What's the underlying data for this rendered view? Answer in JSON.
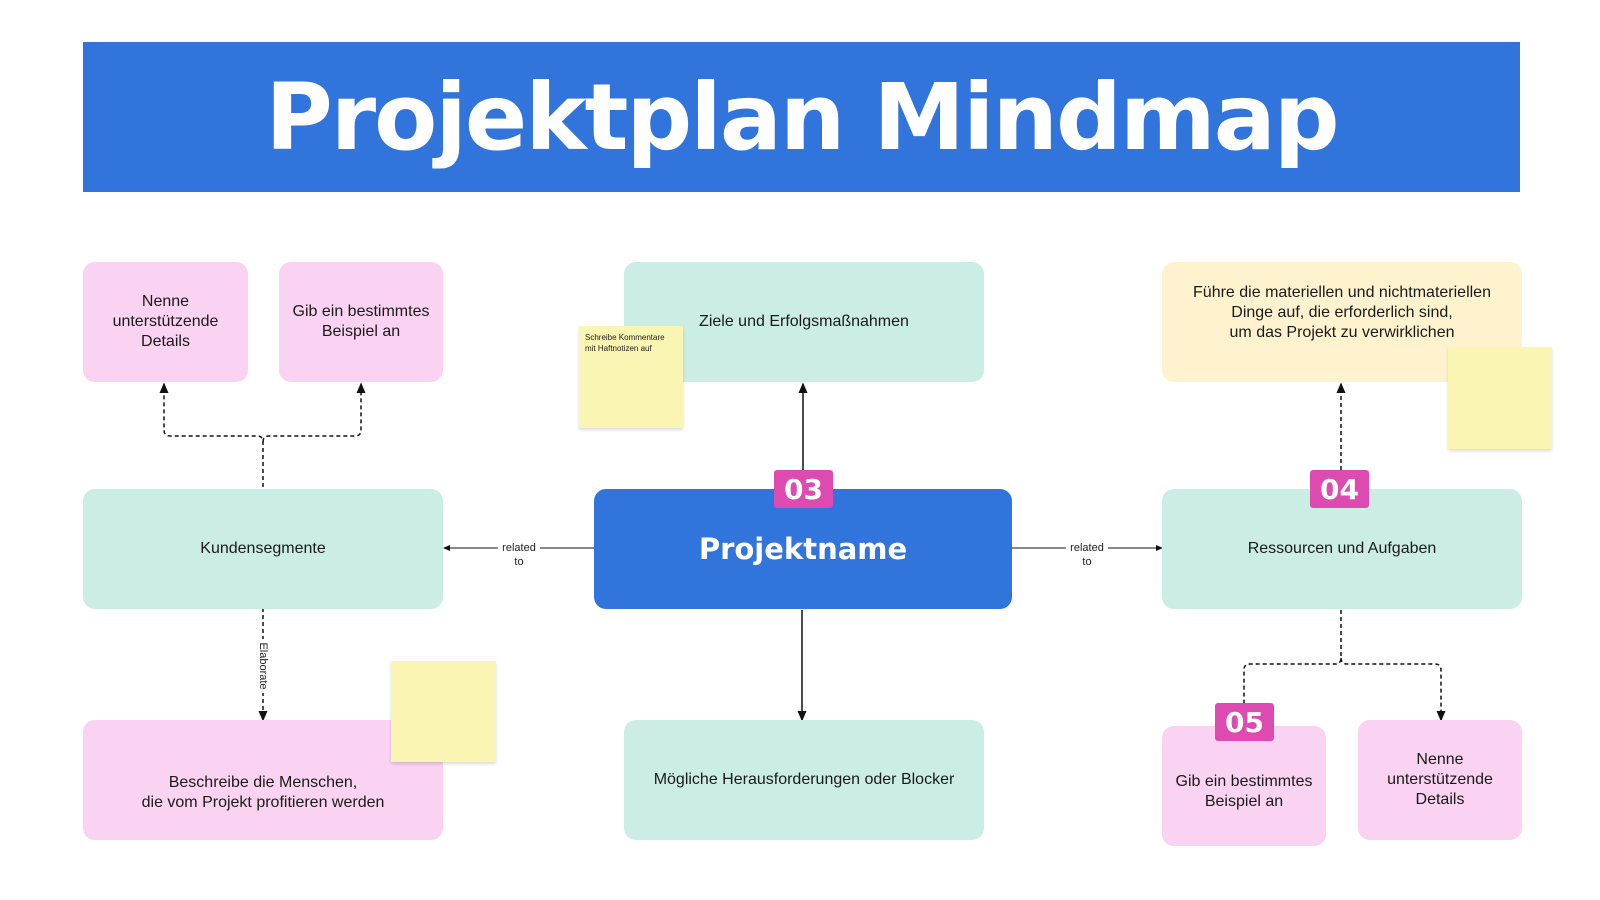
{
  "title": "Projektplan Mindmap",
  "central": "Projektname",
  "nodes": {
    "goals": "Ziele und Erfolgsmaßnahmen",
    "challenges": "Mögliche Herausforderungen oder Blocker",
    "segments": "Kundensegmente",
    "segment_detail": "Nenne\nunterstützende\nDetails",
    "segment_example": "Gib ein bestimmtes\nBeispiel an",
    "people": "Beschreibe die Menschen,\ndie vom Projekt profitieren werden",
    "resources": "Ressourcen und Aufgaben",
    "resources_list": "Führe die materiellen und nichtmateriellen\nDinge auf, die erforderlich sind,\num das Projekt zu verwirklichen",
    "resources_example": "Gib ein bestimmtes\nBeispiel an",
    "resources_detail": "Nenne\nunterstützende\nDetails"
  },
  "badges": {
    "center": "03",
    "resources": "04",
    "example": "05"
  },
  "sticky_note": "Schreibe Kommentare\nmit Haftnotizen auf",
  "edge_labels": {
    "left": "related\nto",
    "right": "related\nto",
    "elaborate": "Elaborate"
  },
  "colors": {
    "header": "#3174db",
    "mint": "#cbede3",
    "pink": "#f9d3f1",
    "cream": "#fff3cf",
    "badge": "#dd4bb0",
    "sticky": "#fbf5b3"
  }
}
